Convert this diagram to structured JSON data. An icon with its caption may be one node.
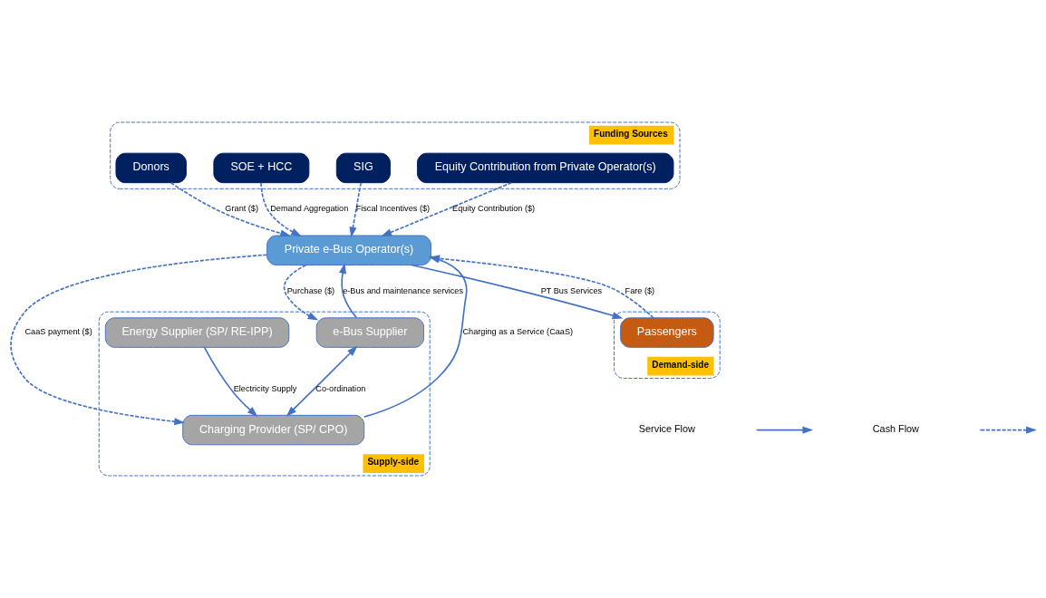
{
  "diagram": {
    "nodes": [
      {
        "text": [
          "Funding Sources"
        ]
      },
      {
        "text": [
          "Donors"
        ],
        "in": 0
      },
      {
        "text": [
          "SOE + HCC"
        ],
        "in": 0
      },
      {
        "text": [
          "SIG"
        ],
        "in": 0
      },
      {
        "text": [
          "Equity Contribution from Private Operator(s)"
        ],
        "in": 0
      },
      {
        "text": [
          "Private e-Bus Operator(s)"
        ]
      },
      {
        "text": [
          "Supply-side"
        ]
      },
      {
        "text": [
          "e-Bus Supplier"
        ],
        "in": 6
      },
      {
        "text": [
          "Charging Provider (SP/ CPO)"
        ],
        "in": 6
      },
      {
        "text": [
          "Energy Supplier (SP/ RE-IPP)"
        ],
        "in": 6
      },
      {
        "text": [
          "Demand-side"
        ]
      },
      {
        "text": [
          "Passengers"
        ],
        "in": 10
      }
    ],
    "edges": [
      {
        "from": 3,
        "to": 5,
        "arrow": "to",
        "label": "Fiscal Incentives ($)",
        "style": "dashed"
      },
      {
        "from": 1,
        "to": 5,
        "arrow": "to",
        "label": "Grant ($)",
        "style": "dashed"
      },
      {
        "from": 2,
        "to": 5,
        "arrow": "to",
        "label": "Demand Aggregation",
        "style": "dashed"
      },
      {
        "from": 4,
        "to": 5,
        "arrow": "to",
        "label": "Equity Contribution ($)",
        "style": "dashed"
      },
      {
        "from": 7,
        "to": 5,
        "arrow": "to",
        "label": "e-Bus and maintenance services"
      },
      {
        "from": 5,
        "to": 7,
        "arrow": "to",
        "label": "Purchase ($)",
        "style": "dashed"
      },
      {
        "from": 7,
        "to": 8,
        "arrow": "both",
        "label": "Co-ordination"
      },
      {
        "from": 8,
        "to": 5,
        "arrow": "to",
        "label": "Charging as a Service (CaaS)"
      },
      {
        "from": 5,
        "to": 8,
        "arrow": "to",
        "label": "CaaS payment ($)",
        "style": "dashed"
      },
      {
        "from": 9,
        "to": 8,
        "arrow": "to",
        "label": "Electricity Supply"
      },
      {
        "from": 5,
        "to": 11,
        "arrow": "to",
        "label": "PT Bus Services"
      },
      {
        "from": 11,
        "to": 5,
        "arrow": "to",
        "label": "Fare ($)",
        "style": "dashed"
      }
    ],
    "legend": [
      {
        "text": "Service Flow"
      },
      {
        "text": "Cash Flow"
      }
    ]
  }
}
